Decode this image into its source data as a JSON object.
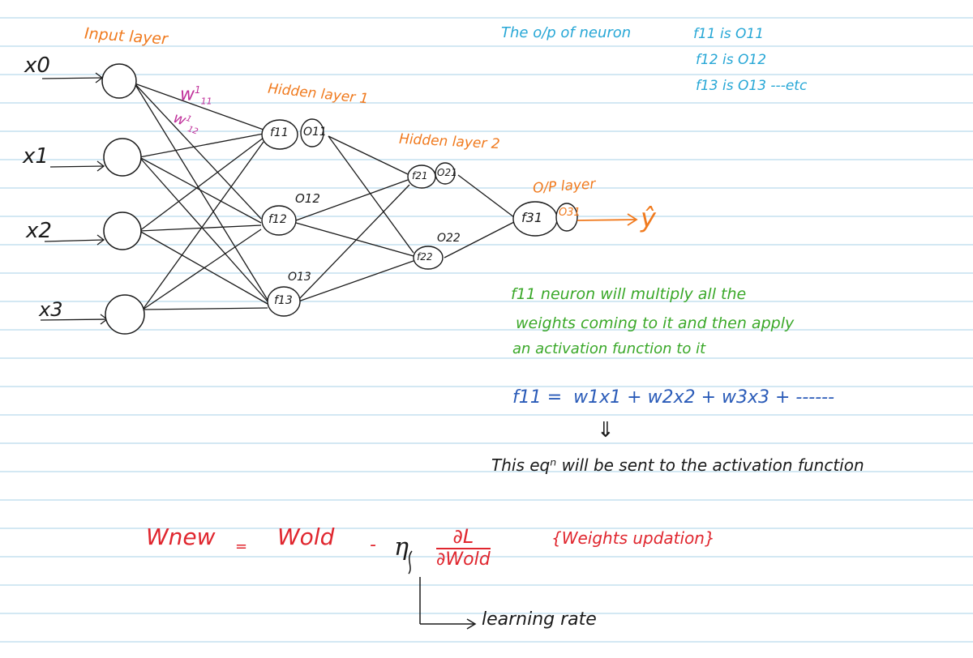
{
  "colors": {
    "ruled_line": "#b9d9ec",
    "ink": "#1a1a1a",
    "orange": "#f07a1e",
    "magenta": "#c0309a",
    "cyan": "#27a7d6",
    "green": "#3aa829",
    "red": "#e0262e"
  },
  "inputs": [
    "x0",
    "x1",
    "x2",
    "x3"
  ],
  "layer_labels": {
    "input": "Input layer",
    "hidden1": "Hidden layer 1",
    "hidden2": "Hidden layer 2",
    "output": "O/P layer"
  },
  "weights": {
    "w11": "w",
    "w11_sup": "1",
    "w11_sub": "11",
    "w12": "w",
    "w12_sup": "1",
    "w12_sub": "12"
  },
  "neurons": {
    "f11": "f11",
    "f12": "f12",
    "f13": "f13",
    "f21": "f21",
    "f22": "f22",
    "f31": "f31"
  },
  "neuron_outputs": {
    "o11": "O11",
    "o12": "O12",
    "o13": "O13",
    "o21": "O21",
    "o22": "O22",
    "o31": "O31"
  },
  "y_hat": "ŷ",
  "note_top": {
    "line1_prefix": "The o/p of neuron",
    "line1": "f11 is O11",
    "line2": "f12 is O12",
    "line3": "f13 is O13 ---etc"
  },
  "note_green": {
    "line1": "f11 neuron will multiply all the",
    "line2": "weights coming to it and then apply",
    "line3": "an activation function to it"
  },
  "equation": "f11 =  w1x1 + w2x2 + w3x3 + ------",
  "double_arrow": "⇓",
  "equation_note": "This eqⁿ will be sent to the activation function",
  "update_rule": {
    "lhs": "Wnew",
    "equals": "=",
    "w_old": "Wold",
    "minus": "-",
    "eta": "η",
    "numerator": "∂L",
    "denominator": "∂Wold",
    "note": "{Weights updation}",
    "learning_rate": "learning rate"
  }
}
